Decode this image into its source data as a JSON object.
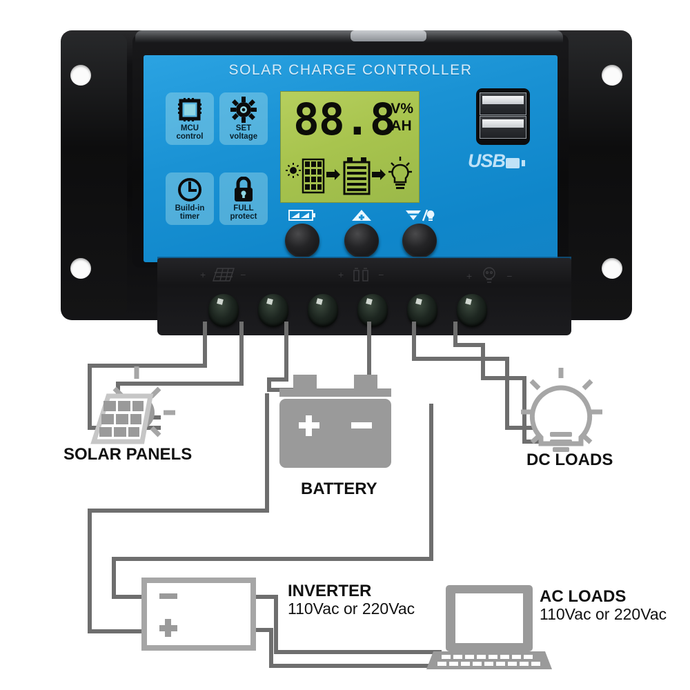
{
  "device": {
    "brand_title": "SOLAR CHARGE CONTROLLER",
    "usb_label": "USB",
    "feature_badges": [
      {
        "icon": "mcu-chip-icon",
        "line1": "MCU",
        "line2": "control"
      },
      {
        "icon": "gear-icon",
        "line1": "SET",
        "line2": "voltage"
      },
      {
        "icon": "clock-icon",
        "line1": "Build-in",
        "line2": "timer"
      },
      {
        "icon": "lock-icon",
        "line1": "FULL",
        "line2": "protect"
      }
    ],
    "lcd": {
      "value": "88.8",
      "unit_top": "V%",
      "unit_bottom": "AH",
      "flow_icons": [
        "sun-icon",
        "solar-panel-icon",
        "arrow-right-icon",
        "battery-icon",
        "arrow-right-icon",
        "light-bulb-icon"
      ],
      "background_color": "#a8c44e",
      "segment_color": "#0c0d08"
    },
    "buttons": [
      {
        "name": "menu-select-button",
        "icon": "battery-menu-icon"
      },
      {
        "name": "up-increase-button",
        "icon": "triangle-up-plus-icon"
      },
      {
        "name": "down-light-button",
        "icon": "triangle-down-bulb-icon"
      }
    ],
    "terminals": [
      {
        "name": "solar-positive",
        "polarity": "+"
      },
      {
        "name": "solar-negative",
        "polarity": "−"
      },
      {
        "name": "battery-positive",
        "polarity": "+"
      },
      {
        "name": "battery-negative",
        "polarity": "−"
      },
      {
        "name": "load-positive",
        "polarity": "+"
      },
      {
        "name": "load-negative",
        "polarity": "−"
      }
    ],
    "terminal_marks": [
      {
        "group": "solar",
        "left": "+",
        "icon": "solar-panel-icon",
        "right": "−"
      },
      {
        "group": "battery",
        "left": "+",
        "icon": "battery-icon",
        "right": "−"
      },
      {
        "group": "load",
        "left": "+",
        "icon": "light-bulb-icon",
        "right": "−"
      }
    ],
    "colors": {
      "faceplate_blue": "#1a92d4",
      "badge_cyan": "#7fd3e0",
      "body_black": "#0d0d0e",
      "lcd_green": "#a8c44e"
    }
  },
  "diagram": {
    "nodes": [
      {
        "id": "solar-panels",
        "label": "SOLAR PANELS",
        "sub": "",
        "icon": "solar-panel-icon"
      },
      {
        "id": "battery",
        "label": "BATTERY",
        "sub": "",
        "icon": "battery-icon",
        "plus": "+",
        "minus": "−"
      },
      {
        "id": "dc-loads",
        "label": "DC LOADS",
        "sub": "",
        "icon": "light-bulb-icon"
      },
      {
        "id": "inverter",
        "label": "INVERTER",
        "sub": "110Vac or 220Vac",
        "icon": "inverter-box-icon",
        "plus": "+",
        "minus": "−"
      },
      {
        "id": "ac-loads",
        "label": "AC LOADS",
        "sub": "110Vac or 220Vac",
        "icon": "laptop-icon"
      }
    ],
    "wire_color": "#6e6e6e",
    "icon_color": "#9a9a9a"
  }
}
